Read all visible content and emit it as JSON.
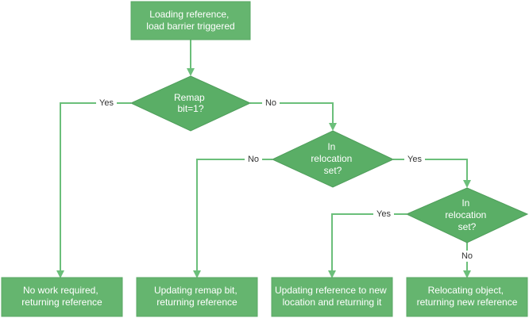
{
  "colors": {
    "node_fill": "#65b56f",
    "decision_fill": "#5aae66",
    "edge": "#6bbf7a",
    "node_text": "#ffffff",
    "edge_label_text": "#333333"
  },
  "nodes": {
    "start": {
      "lines": [
        "Loading reference,",
        "load barrier triggered"
      ]
    },
    "remap": {
      "lines": [
        "Remap",
        "bit=1?"
      ]
    },
    "reloc1": {
      "lines": [
        "In",
        "relocation",
        "set?"
      ]
    },
    "reloc2": {
      "lines": [
        "In",
        "relocation",
        "set?"
      ]
    },
    "no_work": {
      "lines": [
        "No work required,",
        "returning reference"
      ]
    },
    "update_remap": {
      "lines": [
        "Updating remap bit,",
        "returning reference"
      ]
    },
    "update_ref": {
      "lines": [
        "Updating reference to new",
        "location and returning it"
      ]
    },
    "relocating": {
      "lines": [
        "Relocating object,",
        "returning new reference"
      ]
    }
  },
  "edges": {
    "remap_yes": "Yes",
    "remap_no": "No",
    "reloc1_no": "No",
    "reloc1_yes": "Yes",
    "reloc2_yes": "Yes",
    "reloc2_no": "No"
  }
}
